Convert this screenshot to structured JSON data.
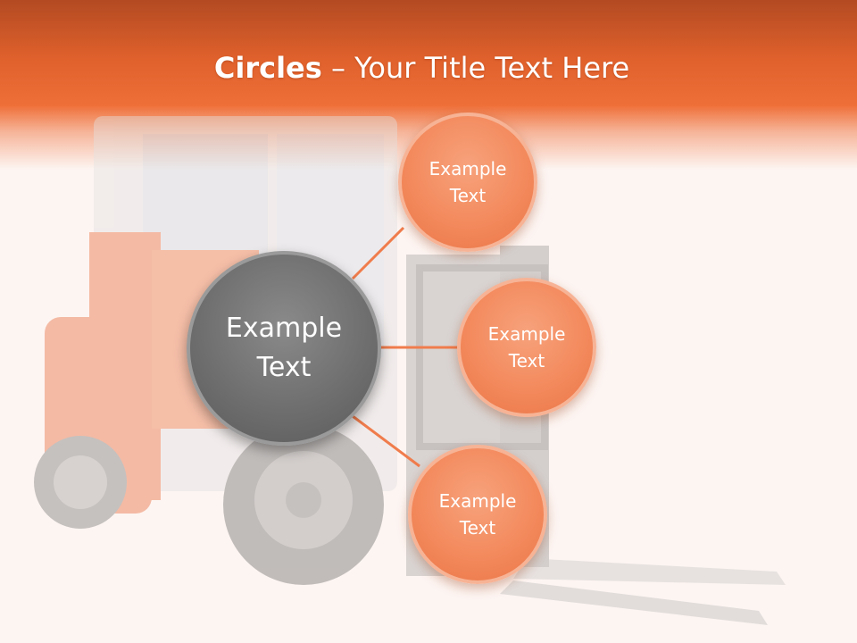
{
  "slide": {
    "title_bold": "Circles",
    "title_rest": " – Your Title Text Here"
  },
  "hub": {
    "label": "Example Text"
  },
  "nodes": [
    {
      "label": "Example Text"
    },
    {
      "label": "Example Text"
    },
    {
      "label": "Example Text"
    }
  ],
  "colors": {
    "header": "#ef6f38",
    "node_fill": "#f38a5d",
    "hub_fill": "#6f6f6f",
    "connector": "#f07c4c",
    "background": "#fdf5f2"
  }
}
